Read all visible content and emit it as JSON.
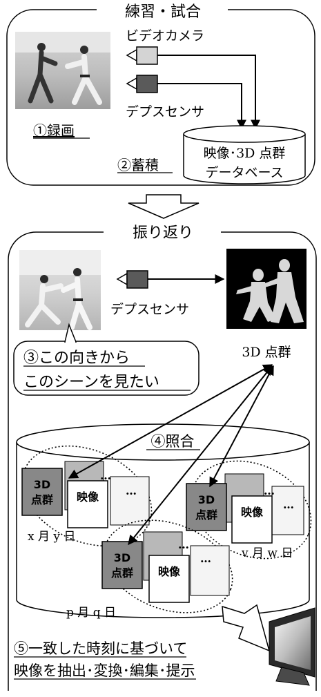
{
  "top_section": {
    "title": "練習・試合",
    "video_camera_label": "ビデオカメラ",
    "depth_sensor_label": "デプスセンサ",
    "step1_label": "①録画",
    "step2_label": "②蓄積",
    "database_line1": "映像･3D 点群",
    "database_line2": "データベース"
  },
  "bottom_section": {
    "title": "振り返り",
    "depth_sensor_label": "デプスセンサ",
    "pointcloud_label": "3D 点群",
    "step3_line1": "③この向きから",
    "step3_line2": "このシーンを見たい",
    "step4_label": "④照合",
    "step5_line1": "⑤一致した時刻に基づいて",
    "step5_line2": "映像を抽出･変換･編集･提示"
  },
  "groups": [
    {
      "date": "x 月 y 日",
      "pc_line1": "3D",
      "pc_line2": "点群",
      "video_label": "映像",
      "ellipsis": "…"
    },
    {
      "date": "p 月 q 日",
      "pc_line1": "3D",
      "pc_line2": "点群",
      "video_label": "映像",
      "ellipsis": "…"
    },
    {
      "date": "v 月 w 日",
      "pc_line1": "3D",
      "pc_line2": "点群",
      "video_label": "映像",
      "ellipsis": "…"
    }
  ],
  "colors": {
    "camera_light": "#d4d4d4",
    "sensor_dark": "#5a5a5a",
    "pointcloud_card": "#888888",
    "video_card": "#ffffff",
    "back_card": "#b8b8b8",
    "back_card_light": "#f4f4f4"
  }
}
